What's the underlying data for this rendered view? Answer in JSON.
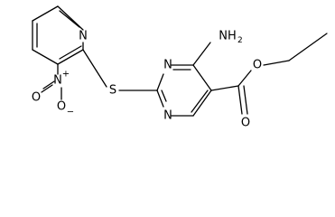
{
  "molecule": {
    "atoms": {
      "pyridine_n": "N",
      "sulfur": "S",
      "nitro_n": "N",
      "nitro_n_charge": "+",
      "nitro_o_top": "O",
      "nitro_o_bottom": "O",
      "nitro_o_bottom_charge": "−",
      "pyrimidine_n_upper": "N",
      "pyrimidine_n_lower": "N",
      "amino_n": "NH",
      "amino_h_count": "2",
      "ester_o_single": "O",
      "ester_o_double": "O"
    }
  }
}
